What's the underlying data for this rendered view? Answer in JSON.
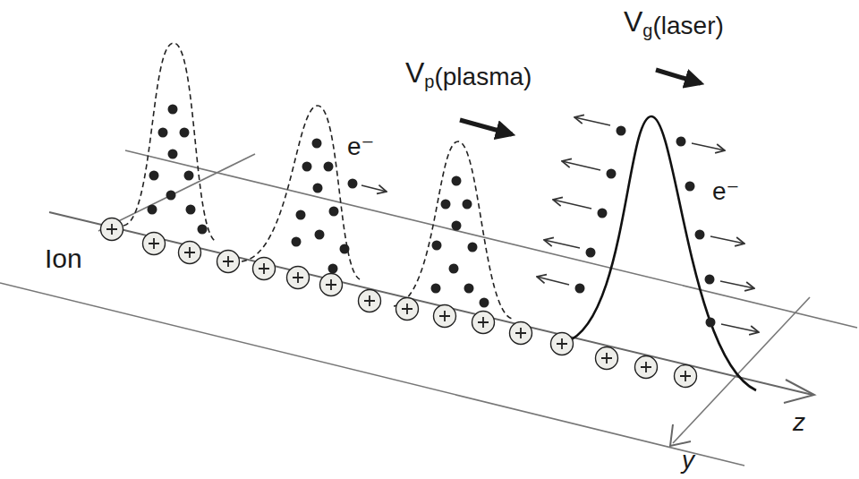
{
  "diagram": {
    "labels": [
      "V",
      "g",
      "(laser)",
      "V",
      "p",
      "(plasma)",
      "e⁻",
      "e⁻",
      "Ion",
      "z",
      "y"
    ]
  }
}
